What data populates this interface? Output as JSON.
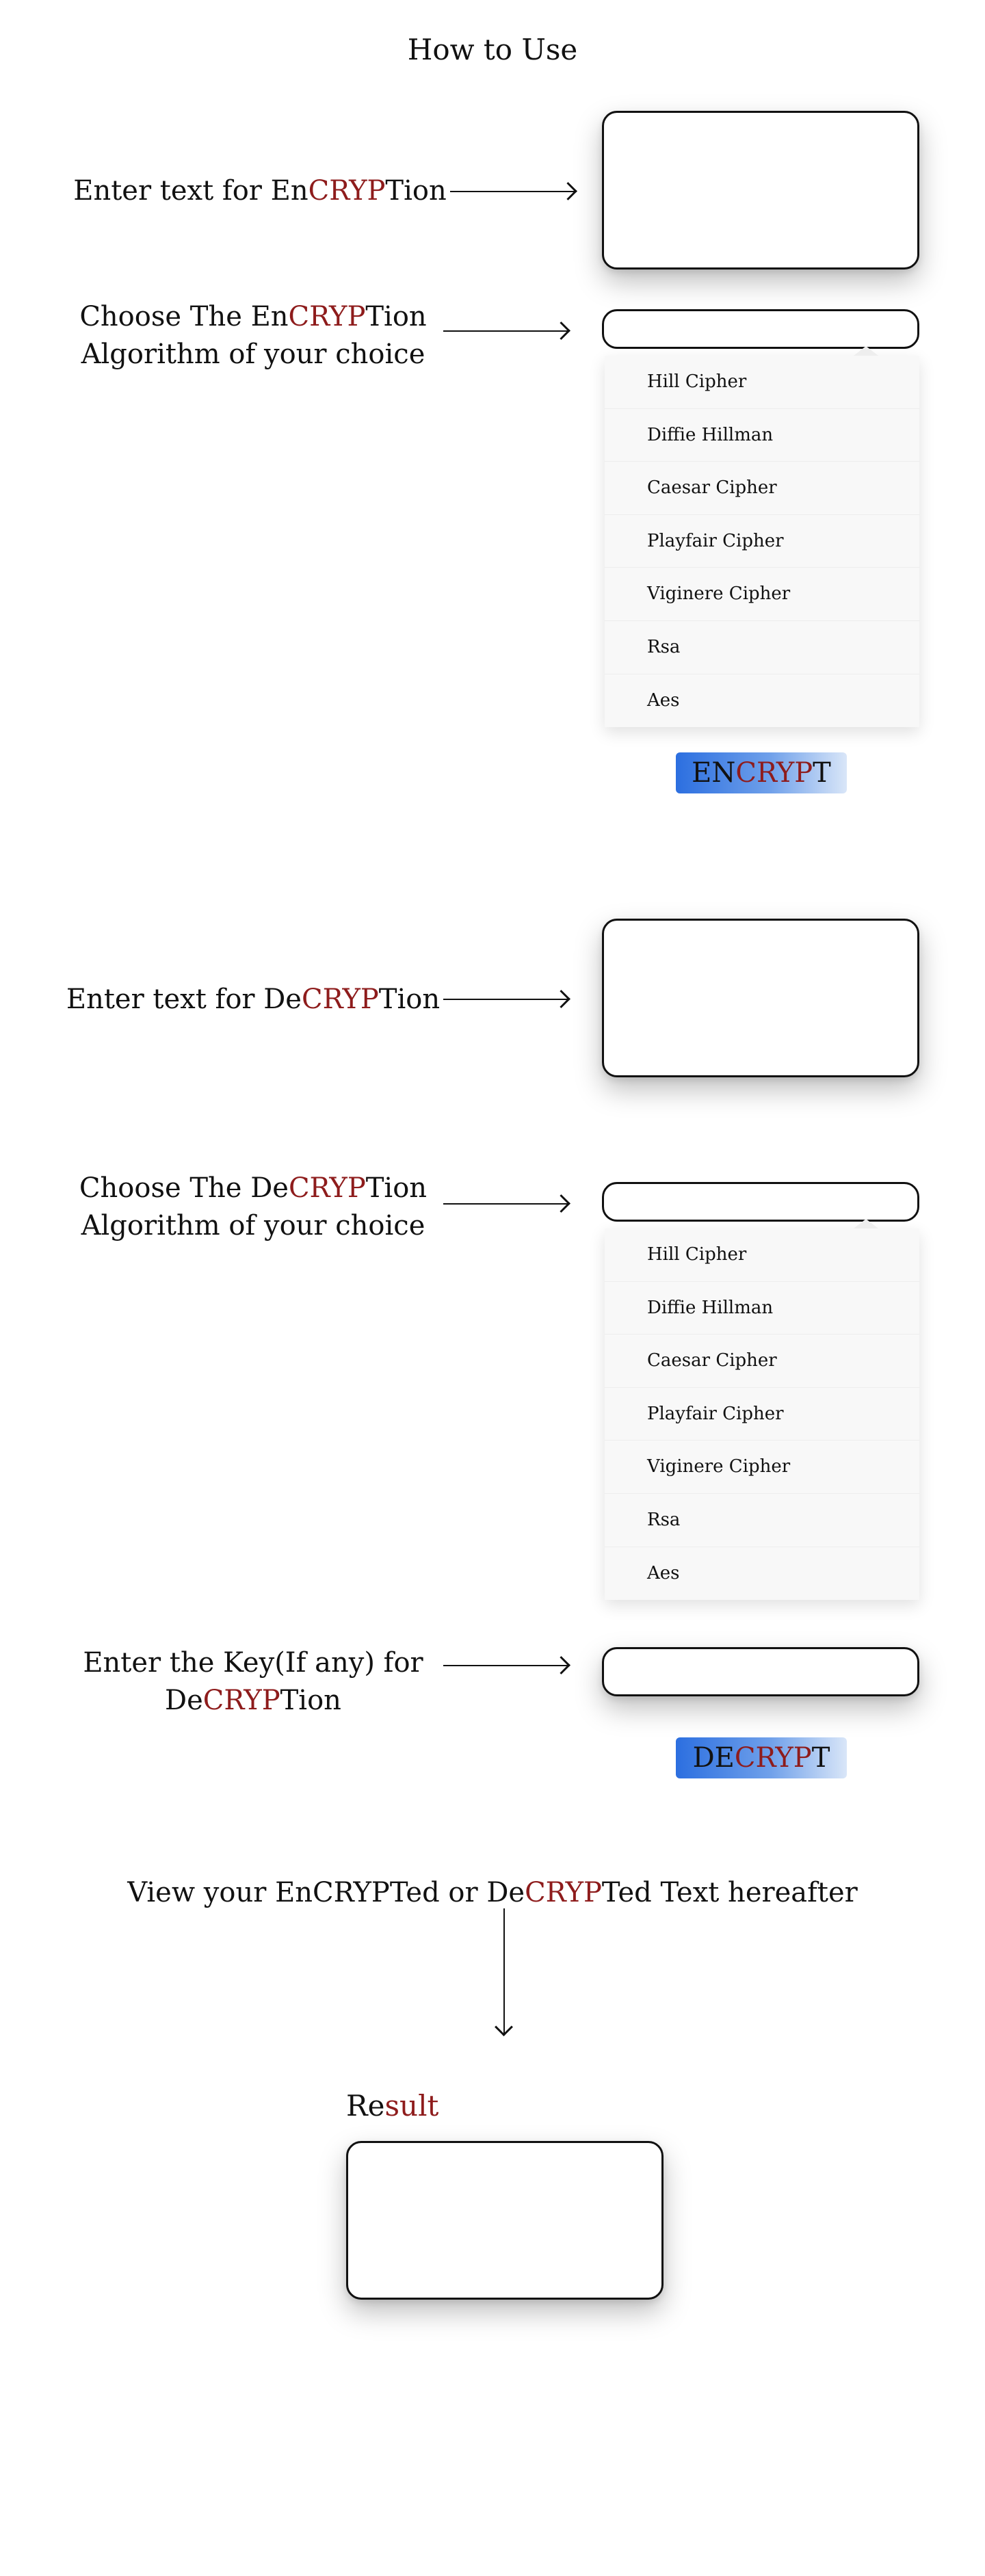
{
  "page_title": "How to Use",
  "encrypt_text_label": {
    "pre": "Enter text for En",
    "red": "CRYP",
    "post": "Tion"
  },
  "encrypt_algo_label": {
    "line1_pre": "Choose The En",
    "line1_red": "CRYP",
    "line1_post": "Tion",
    "line2": "Algorithm of your choice"
  },
  "encrypt_algorithms": [
    "Hill Cipher",
    "Diffie Hillman",
    "Caesar Cipher",
    "Playfair Cipher",
    "Viginere Cipher",
    "Rsa",
    "Aes"
  ],
  "encrypt_button": {
    "pre": "EN",
    "red": "CRYP",
    "post": "T"
  },
  "decrypt_text_label": {
    "pre": "Enter text for De",
    "red": "CRYP",
    "post": "Tion"
  },
  "decrypt_algo_label": {
    "line1_pre": "Choose The De",
    "line1_red": "CRYP",
    "line1_post": "Tion",
    "line2": "Algorithm of your choice"
  },
  "decrypt_algorithms": [
    "Hill Cipher",
    "Diffie Hillman",
    "Caesar Cipher",
    "Playfair Cipher",
    "Viginere Cipher",
    "Rsa",
    "Aes"
  ],
  "key_label": {
    "line1": "Enter the Key(If any) for",
    "line2_pre": "De",
    "line2_red": "CRYP",
    "line2_post": "Tion"
  },
  "decrypt_button": {
    "pre": "DE",
    "red": "CRYP",
    "post": "T"
  },
  "view_label": {
    "pre": "View your EnCRYPTed or De",
    "red": "CRYP",
    "post": "Ted Text hereafter"
  },
  "result_label": {
    "pre": "Re",
    "red": "sult"
  },
  "colors": {
    "accent_red": "#8e1c1c",
    "button_blue": "#2c6fe0"
  }
}
